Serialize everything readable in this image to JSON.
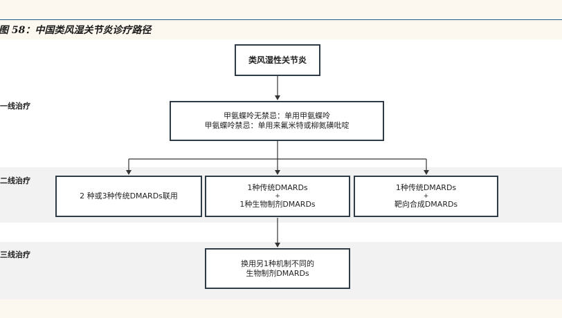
{
  "figure": {
    "title": "图 58：中国类风湿关节炎诊疗路径"
  },
  "lines": {
    "first": "一线治疗",
    "second": "二线治疗",
    "third": "三线治疗"
  },
  "nodes": {
    "root": [
      "类风湿性关节炎"
    ],
    "first": [
      "甲氨蝶呤无禁忌：单用甲氨蝶呤",
      "甲氨蝶呤禁忌：单用来氟米特或柳氮磺吡啶"
    ],
    "second_a": [
      "2 种或3种传统DMARDs联用"
    ],
    "second_b": [
      "1种传统DMARDs",
      "+",
      "1种生物制剂DMARDs"
    ],
    "second_c": [
      "1种传统DMARDs",
      "+",
      "靶向合成DMARDs"
    ],
    "third": [
      "换用另1种机制不同的",
      "生物制剂DMARDs"
    ]
  }
}
